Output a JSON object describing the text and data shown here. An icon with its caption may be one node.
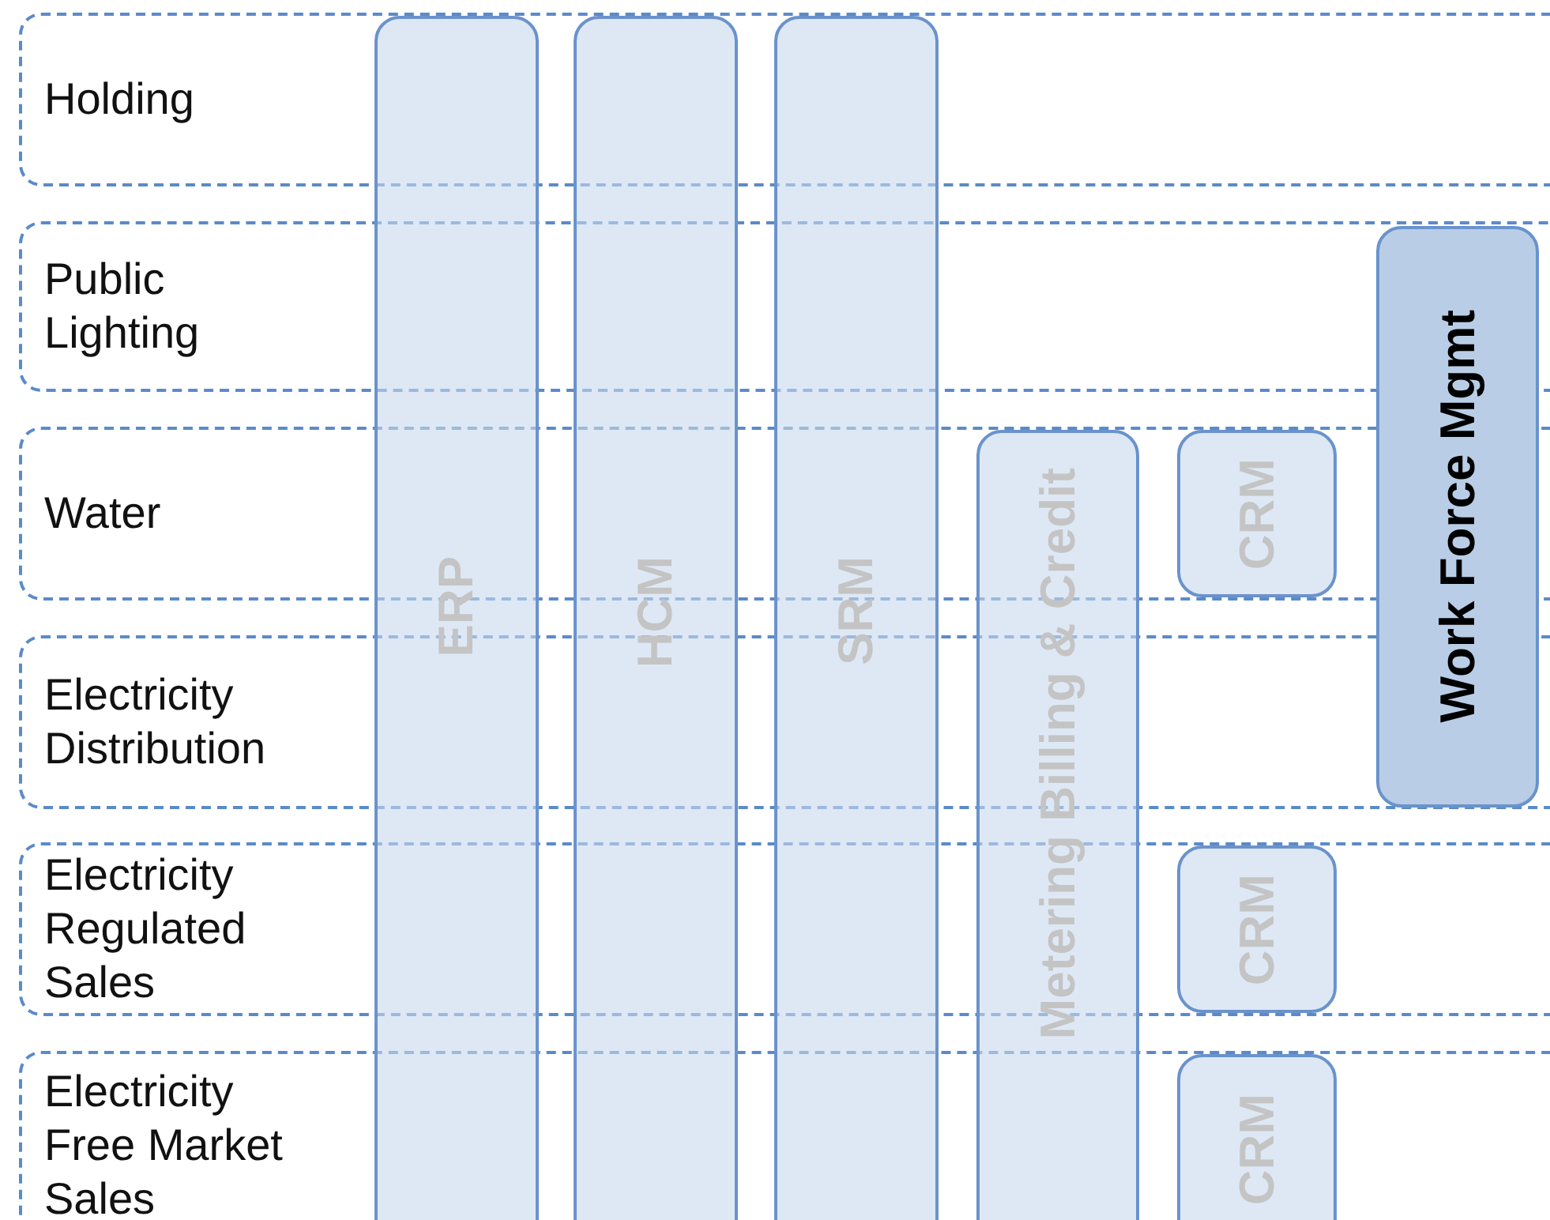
{
  "diagram": {
    "nodes": [
      {
        "text": [
          "Holding"
        ]
      },
      {
        "text": [
          "ERP"
        ]
      },
      {
        "text": [
          "HCM"
        ]
      },
      {
        "text": [
          "SRM"
        ]
      },
      {
        "text": [
          "Public Lighting"
        ]
      },
      {
        "text": [
          "Work Force Mgmt"
        ]
      },
      {
        "text": [
          "Water"
        ]
      },
      {
        "text": [
          "Metering Billing & Credit"
        ]
      },
      {
        "text": [
          "CRM"
        ],
        "in": 6
      },
      {
        "text": [
          "Electricity Distribution"
        ]
      },
      {
        "text": [
          "Electricity Regulated Sales"
        ]
      },
      {
        "text": [
          "CRM"
        ],
        "in": 10
      },
      {
        "text": [
          "Electricity Free Market Sales"
        ]
      },
      {
        "text": [
          "CRM"
        ],
        "in": 12
      }
    ],
    "edges": []
  }
}
